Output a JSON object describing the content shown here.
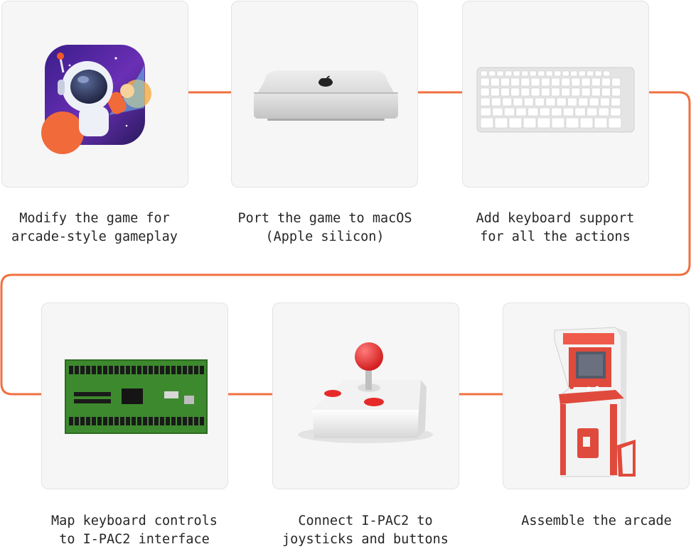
{
  "steps": [
    {
      "label": "Modify the game for\narcade-style gameplay",
      "icon": "astronaut-app-icon"
    },
    {
      "label": "Port the game to macOS\n(Apple silicon)",
      "icon": "mac-mini-icon"
    },
    {
      "label": "Add keyboard support\nfor all the actions",
      "icon": "keyboard-icon"
    },
    {
      "label": "Map keyboard controls\nto I-PAC2 interface",
      "icon": "ipac2-board-icon"
    },
    {
      "label": "Connect I-PAC2 to\njoysticks and buttons",
      "icon": "joystick-icon"
    },
    {
      "label": "Assemble the arcade",
      "icon": "arcade-cabinet-icon"
    }
  ],
  "colors": {
    "connector": "#f07040",
    "card_bg": "#f6f6f6",
    "text": "#262626"
  }
}
